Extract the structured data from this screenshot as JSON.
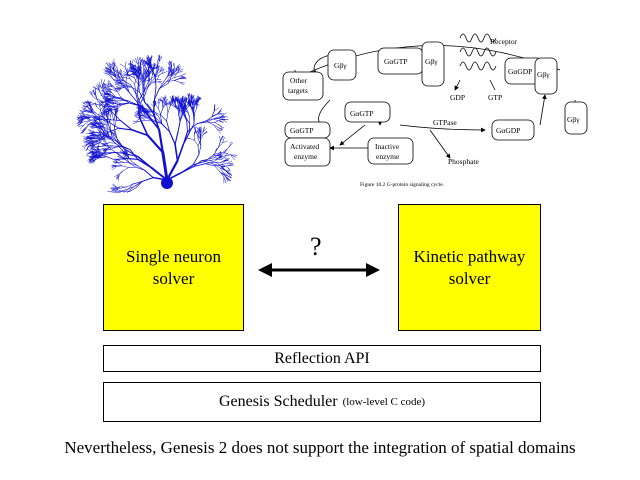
{
  "neuron": {
    "color": "#1010d0"
  },
  "pathway": {
    "labels": {
      "receptor": "Receptor",
      "other_targets_1": "Other",
      "other_targets_2": "targets",
      "gbg": "Gβγ",
      "gagtp": "GαGTP",
      "gagdp": "GαGDP",
      "gdp": "GDP",
      "gtp": "GTP",
      "gtpase": "GTPase",
      "activated_1": "Activated",
      "activated_2": "enzyme",
      "inactive_1": "Inactive",
      "inactive_2": "enzyme",
      "phosphate": "Phosphate",
      "caption": "Figure 10.2    G-protein signaling cycle."
    }
  },
  "boxes": {
    "single_neuron": {
      "line1": "Single neuron",
      "line2": "solver"
    },
    "kinetic": {
      "line1": "Kinetic pathway",
      "line2": "solver"
    },
    "question": "?",
    "reflection": "Reflection API",
    "scheduler": "Genesis Scheduler",
    "scheduler_note": "(low-level C code)",
    "fill_color": "#ffff00"
  },
  "footer": "Nevertheless, Genesis 2 does not support the integration of spatial domains"
}
